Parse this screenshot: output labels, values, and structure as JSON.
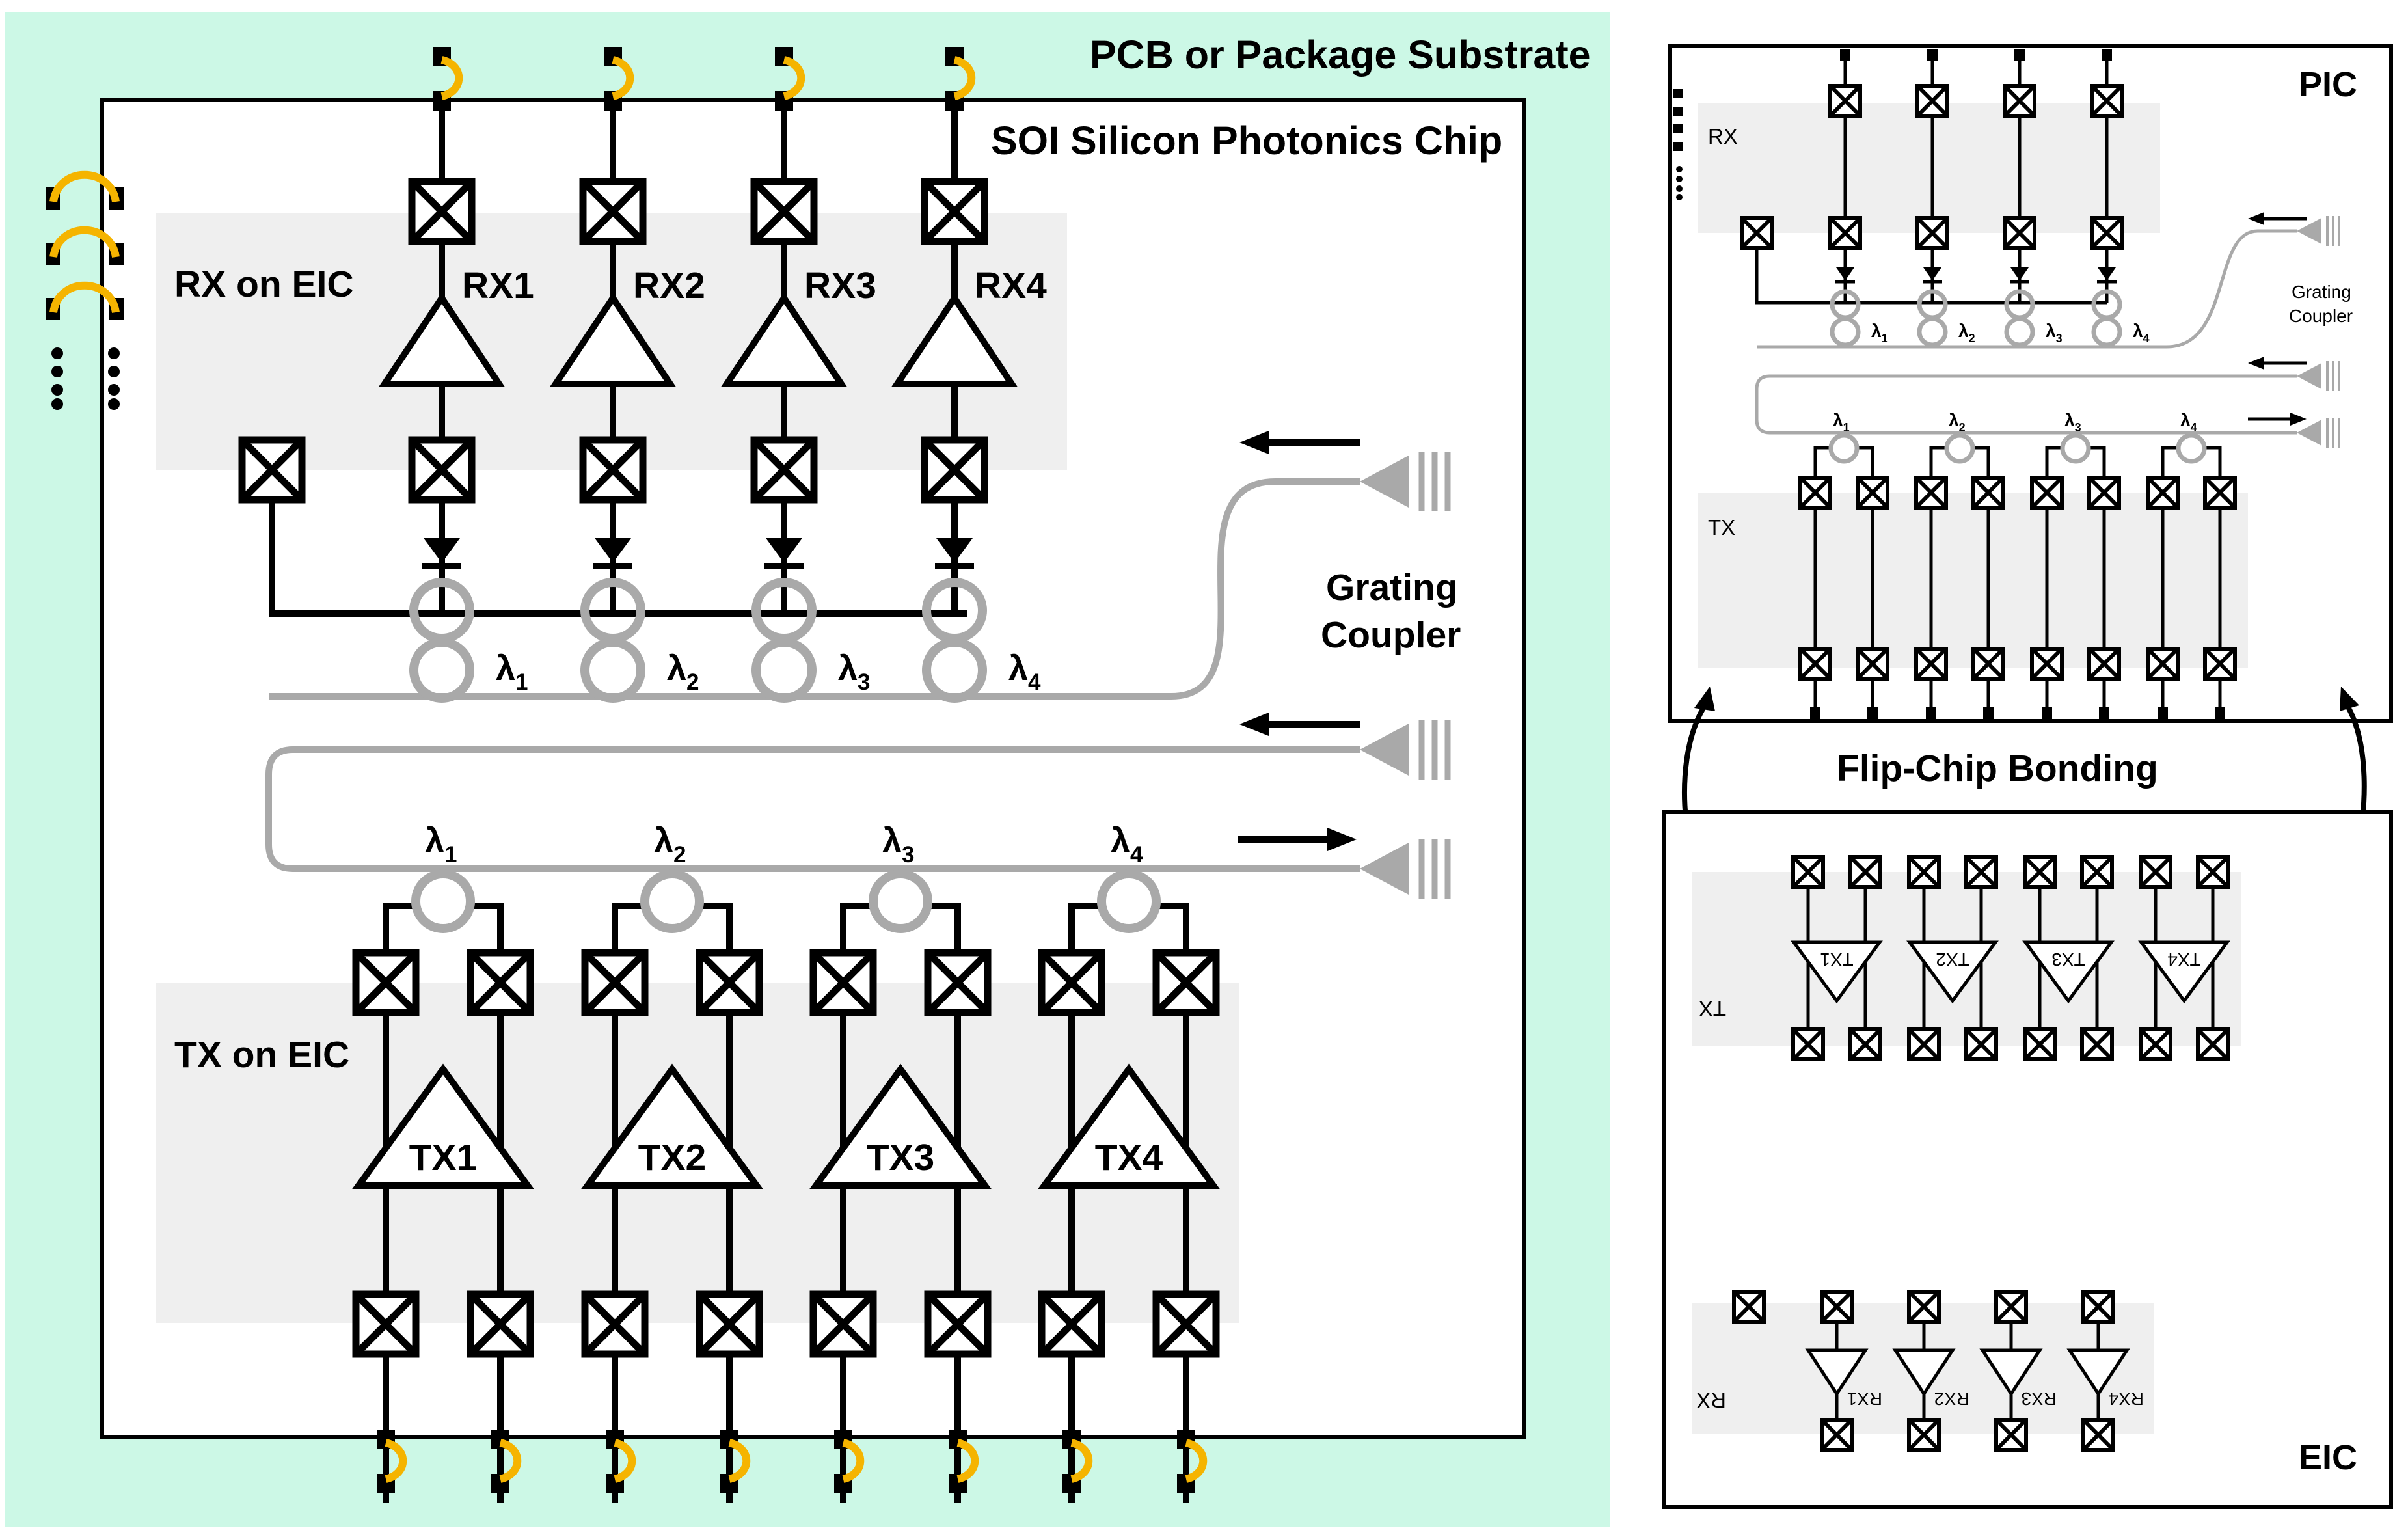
{
  "colors": {
    "substrate": "#ccf8e6",
    "eic_region": "#efefef",
    "waveguide": "#a9a9a9",
    "wire": "#000000",
    "bond_wire": "#f5b400",
    "background": "#ffffff"
  },
  "left": {
    "substrate_label": "PCB or Package Substrate",
    "chip_label": "SOI Silicon Photonics Chip",
    "rx_region_label": "RX on EIC",
    "tx_region_label": "TX on EIC",
    "coupler_label": [
      "Grating",
      "Coupler"
    ],
    "rx": [
      {
        "label": "RX1",
        "lambda": "λ",
        "sub": "1"
      },
      {
        "label": "RX2",
        "lambda": "λ",
        "sub": "2"
      },
      {
        "label": "RX3",
        "lambda": "λ",
        "sub": "3"
      },
      {
        "label": "RX4",
        "lambda": "λ",
        "sub": "4"
      }
    ],
    "tx": [
      {
        "label": "TX1",
        "lambda": "λ",
        "sub": "1"
      },
      {
        "label": "TX2",
        "lambda": "λ",
        "sub": "2"
      },
      {
        "label": "TX3",
        "lambda": "λ",
        "sub": "3"
      },
      {
        "label": "TX4",
        "lambda": "λ",
        "sub": "4"
      }
    ]
  },
  "right": {
    "pic_label": "PIC",
    "eic_label": "EIC",
    "pic_rx_label": "RX",
    "pic_tx_label": "TX",
    "coupler_label": [
      "Grating",
      "Coupler"
    ],
    "bonding_label": "Flip-Chip Bonding",
    "eic_tx_label": "TX",
    "eic_rx_label": "RX",
    "lambdas": [
      {
        "lambda": "λ",
        "sub": "1"
      },
      {
        "lambda": "λ",
        "sub": "2"
      },
      {
        "lambda": "λ",
        "sub": "3"
      },
      {
        "lambda": "λ",
        "sub": "4"
      }
    ],
    "eic_tx": [
      "TX1",
      "TX2",
      "TX3",
      "TX4"
    ],
    "eic_rx": [
      "RX1",
      "RX2",
      "RX3",
      "RX4"
    ]
  }
}
